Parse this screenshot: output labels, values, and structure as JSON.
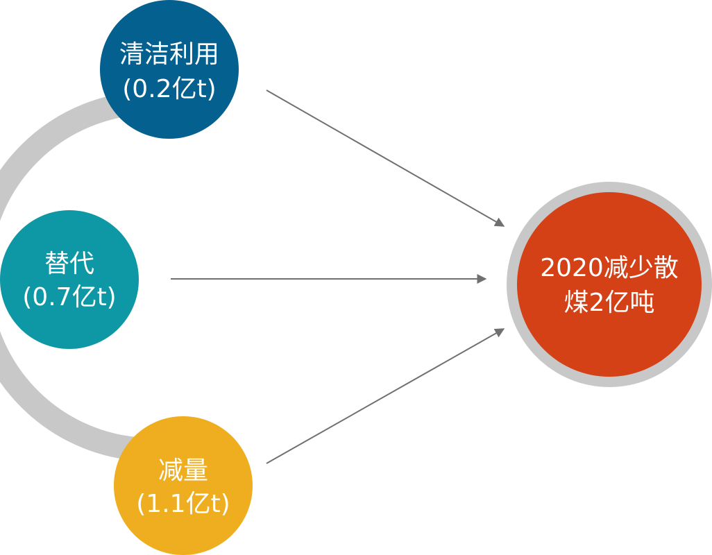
{
  "colors": {
    "clean_use": "#04608F",
    "substitution": "#0E97A5",
    "reduction": "#EEAE20",
    "target": "#D44116",
    "ring": "#C8C8C8",
    "arrow": "#707070"
  },
  "nodes": {
    "clean_use": {
      "line1": "清洁利用",
      "line2": "(0.2亿t)",
      "value": 0.2
    },
    "substitution": {
      "line1": "替代",
      "line2": "(0.7亿t)",
      "value": 0.7
    },
    "reduction": {
      "line1": "减量",
      "line2": "(1.1亿t)",
      "value": 1.1
    },
    "target": {
      "line1": "2020减少散",
      "line2": "煤2亿吨",
      "value": 2
    }
  }
}
